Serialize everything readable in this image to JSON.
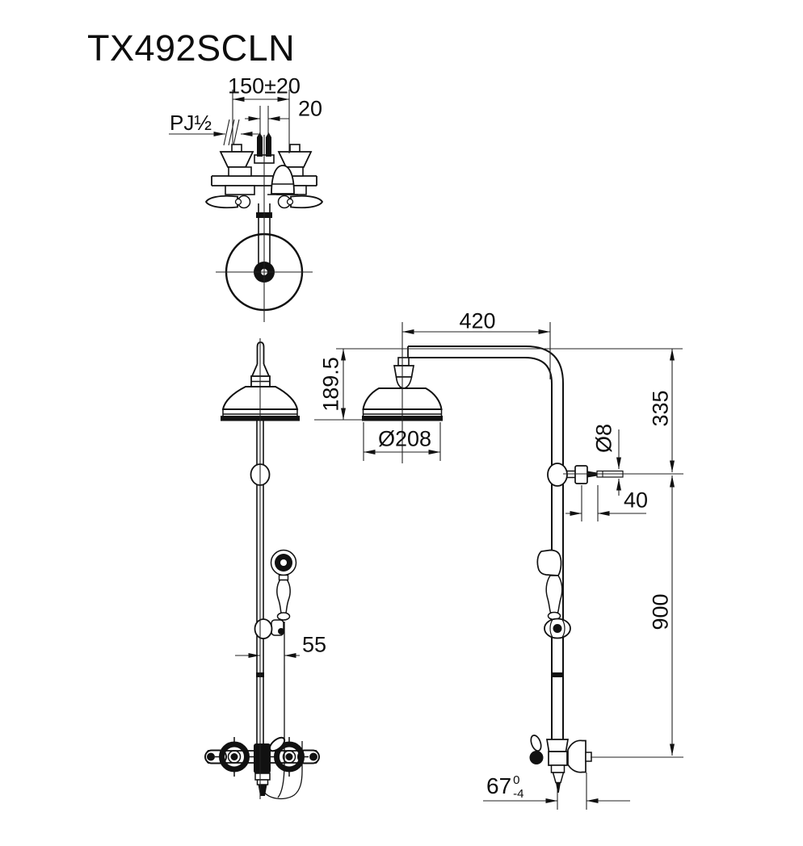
{
  "drawing": {
    "title": "TX492SCLN",
    "colors": {
      "line": "#1a1a1a",
      "background": "#ffffff"
    },
    "dimensions": {
      "installation_width": "150±20",
      "inlet_offset": "20",
      "thread_size": "PJ½",
      "arm_reach": "420",
      "head_height": "189.5",
      "head_diameter": "Ø208",
      "upper_column_height": "335",
      "pin_diameter": "Ø8",
      "pin_length": "40",
      "column_height": "900",
      "hand_shower_offset": "55",
      "outlet_depth": {
        "value": "67",
        "tolerance_upper": "0",
        "tolerance_lower": "-4"
      }
    }
  }
}
